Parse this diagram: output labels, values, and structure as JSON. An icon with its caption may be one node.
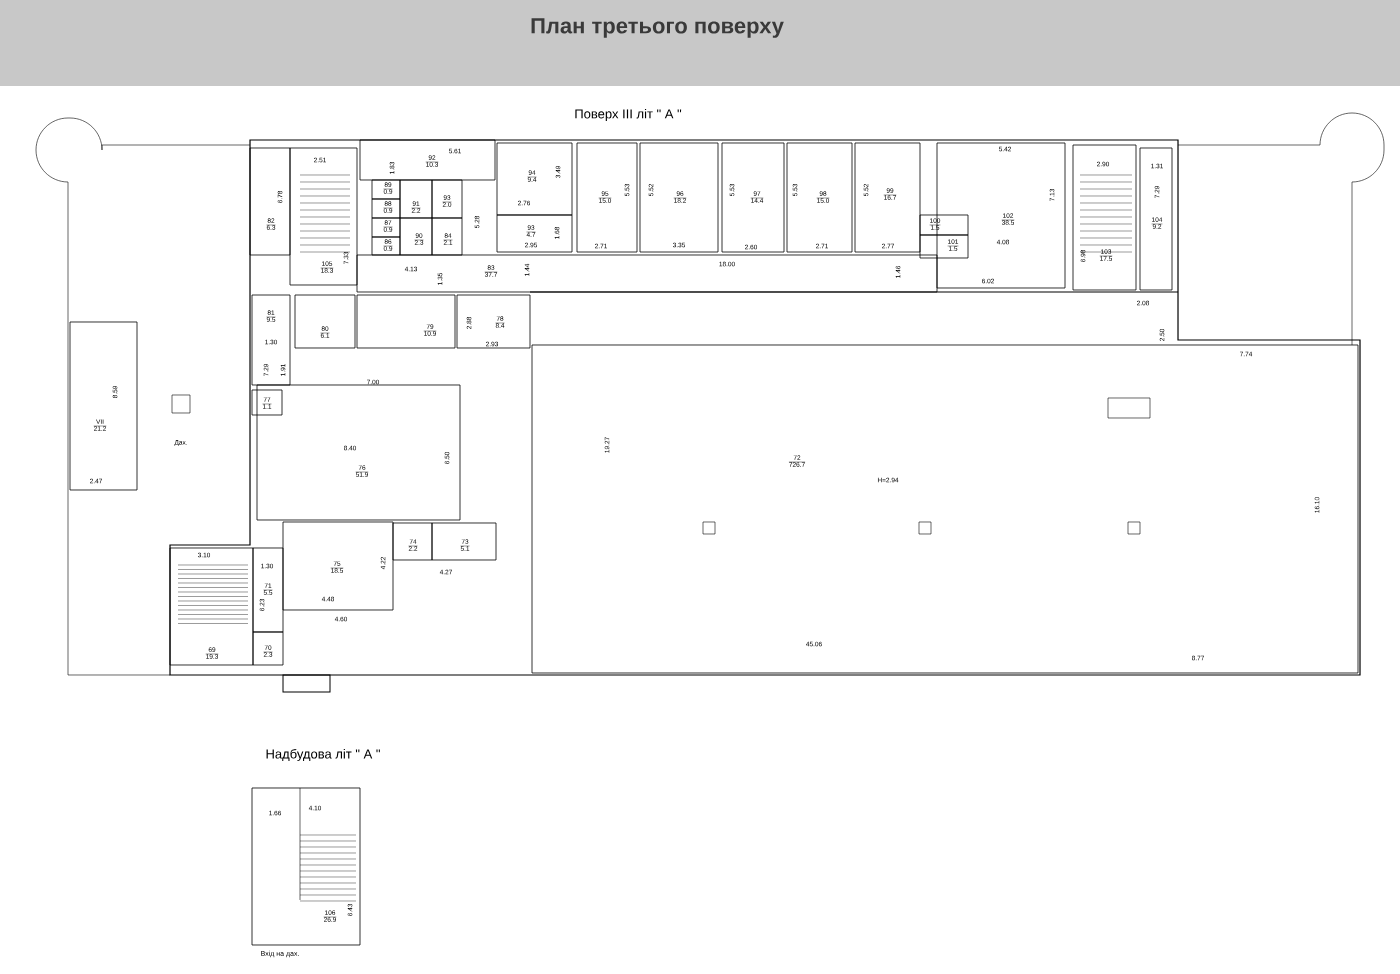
{
  "diagram": {
    "title": "План третього поверху",
    "nodes": [
      {
        "text": [
          "92",
          "10.3"
        ]
      },
      {
        "text": [
          "94",
          "9.4"
        ]
      },
      {
        "text": [
          "95",
          "15.0"
        ]
      },
      {
        "text": [
          "96",
          "18.2"
        ]
      },
      {
        "text": [
          "97",
          "14.4"
        ]
      },
      {
        "text": [
          "98",
          "15.0"
        ]
      },
      {
        "text": [
          "99",
          "16.7"
        ]
      },
      {
        "text": [
          "102",
          "38.5"
        ]
      },
      {
        "text": [
          "103",
          "17.5"
        ]
      },
      {
        "text": [
          "104",
          "9.2"
        ]
      },
      {
        "text": [
          "82",
          "6.3"
        ]
      },
      {
        "text": [
          "105",
          "18.3"
        ]
      },
      {
        "text": [
          "89",
          "0.9"
        ]
      },
      {
        "text": [
          "91",
          "2.2"
        ]
      },
      {
        "text": [
          "93",
          "2.0"
        ]
      },
      {
        "text": [
          "88",
          "0.9"
        ]
      },
      {
        "text": [
          "87",
          "0.9"
        ]
      },
      {
        "text": [
          "90",
          "2.3"
        ]
      },
      {
        "text": [
          "84",
          "2.1"
        ]
      },
      {
        "text": [
          "86",
          "0.9"
        ]
      },
      {
        "text": [
          "93",
          "4.7"
        ]
      },
      {
        "text": [
          "100",
          "1.5"
        ]
      },
      {
        "text": [
          "101",
          "1.5"
        ]
      },
      {
        "text": [
          "83",
          "37.7"
        ]
      },
      {
        "text": [
          "81",
          "9.5"
        ]
      },
      {
        "text": [
          "80",
          "6.1"
        ]
      },
      {
        "text": [
          "79",
          "10.9"
        ]
      },
      {
        "text": [
          "78",
          "8.4"
        ]
      },
      {
        "text": [
          "77",
          "1.1"
        ]
      },
      {
        "text": [
          "VII",
          "21.2"
        ]
      },
      {
        "text": [
          "76",
          "51.9"
        ]
      },
      {
        "text": [
          "72",
          "726.7"
        ]
      },
      {
        "text": [
          "75",
          "18.5"
        ]
      },
      {
        "text": [
          "74",
          "2.2"
        ]
      },
      {
        "text": [
          "73",
          "5.1"
        ]
      },
      {
        "text": [
          "71",
          "5.5"
        ]
      },
      {
        "text": [
          "69",
          "19.3"
        ]
      },
      {
        "text": [
          "70",
          "2.3"
        ]
      },
      {
        "text": [
          "106",
          "26.9"
        ]
      }
    ],
    "labels": [
      "Поверх III літ \" А \"",
      "2.51",
      "5.61",
      "1.83",
      "5.42",
      "2.90",
      "1.31",
      "6.78",
      "3.49",
      "5.53",
      "5.52",
      "5.53",
      "5.53",
      "5.52",
      "7.13",
      "7.29",
      "2.76",
      "5.28",
      "1.68",
      "2.95",
      "2.71",
      "3.35",
      "2.60",
      "2.71",
      "2.77",
      "4.08",
      "7.33",
      "4.13",
      "6.98",
      "18.00",
      "1.35",
      "1.44",
      "1.46",
      "6.02",
      "2.08",
      "2.88",
      "1.30",
      "2.93",
      "2.50",
      "7.74",
      "7.29",
      "1.91",
      "7.00",
      "8.59",
      "19.27",
      "8.40",
      "6.50",
      "Дах.",
      "2.47",
      "H=2.94",
      "16.10",
      "3.10",
      "1.30",
      "4.22",
      "4.27",
      "6.23",
      "4.48",
      "4.60",
      "45.06",
      "8.77",
      "Надбудова літ \" А \"",
      "1.66",
      "4.10",
      "6.43",
      "Вхід на дах."
    ]
  }
}
